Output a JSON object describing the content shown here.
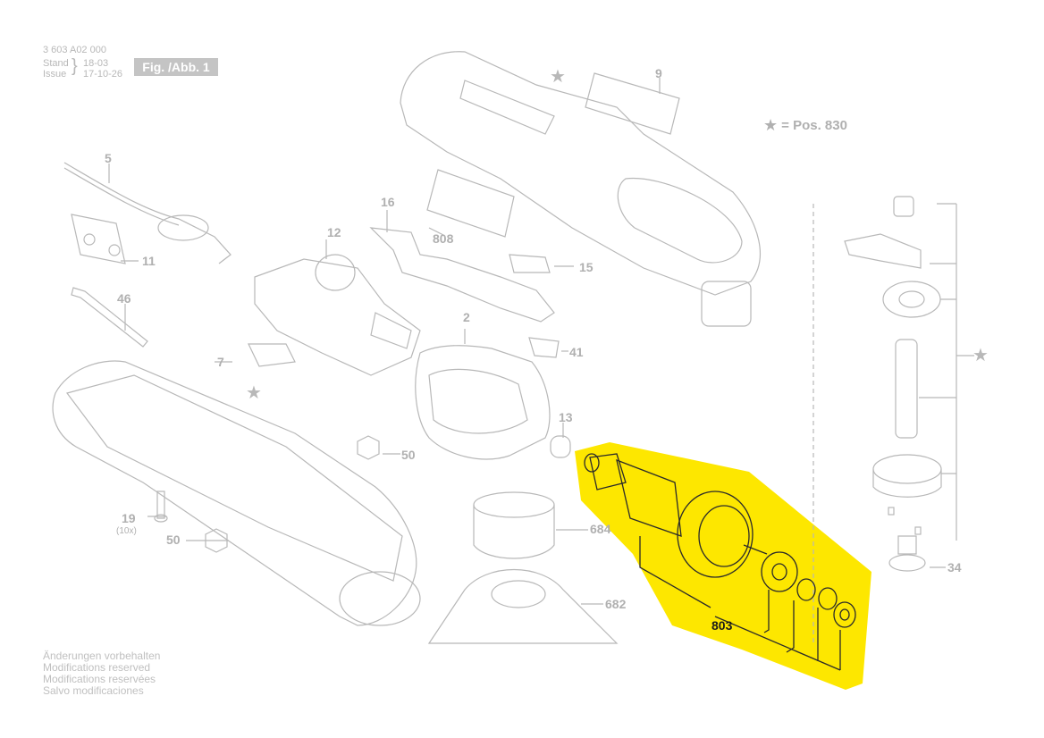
{
  "header": {
    "part_number": "3 603 A02 000",
    "stand_label": "Stand",
    "issue_label": "Issue",
    "stand_date": "18-03",
    "issue_date": "17-10-26",
    "figure_label": "Fig. /Abb. 1"
  },
  "legend": {
    "star": "★",
    "text": "= Pos. 830"
  },
  "callouts": [
    {
      "key": "5",
      "text": "5"
    },
    {
      "key": "9",
      "text": "9"
    },
    {
      "key": "11",
      "text": "11"
    },
    {
      "key": "12",
      "text": "12"
    },
    {
      "key": "16",
      "text": "16"
    },
    {
      "key": "808",
      "text": "808"
    },
    {
      "key": "15",
      "text": "15"
    },
    {
      "key": "46",
      "text": "46"
    },
    {
      "key": "2",
      "text": "2"
    },
    {
      "key": "41",
      "text": "41"
    },
    {
      "key": "7",
      "text": "7"
    },
    {
      "key": "13",
      "text": "13"
    },
    {
      "key": "50a",
      "text": "50"
    },
    {
      "key": "19",
      "text": "19"
    },
    {
      "key": "19x",
      "text": "(10x)"
    },
    {
      "key": "50b",
      "text": "50"
    },
    {
      "key": "684",
      "text": "684"
    },
    {
      "key": "682",
      "text": "682"
    },
    {
      "key": "803",
      "text": "803"
    },
    {
      "key": "34",
      "text": "34"
    }
  ],
  "footer_notes": [
    "Änderungen vorbehalten",
    "Modifications reserved",
    "Modifications reservées",
    "Salvo modificaciones"
  ],
  "colors": {
    "highlight": "#fde700",
    "linework": "#b4b4b4",
    "dark": "#2a2a2a"
  }
}
